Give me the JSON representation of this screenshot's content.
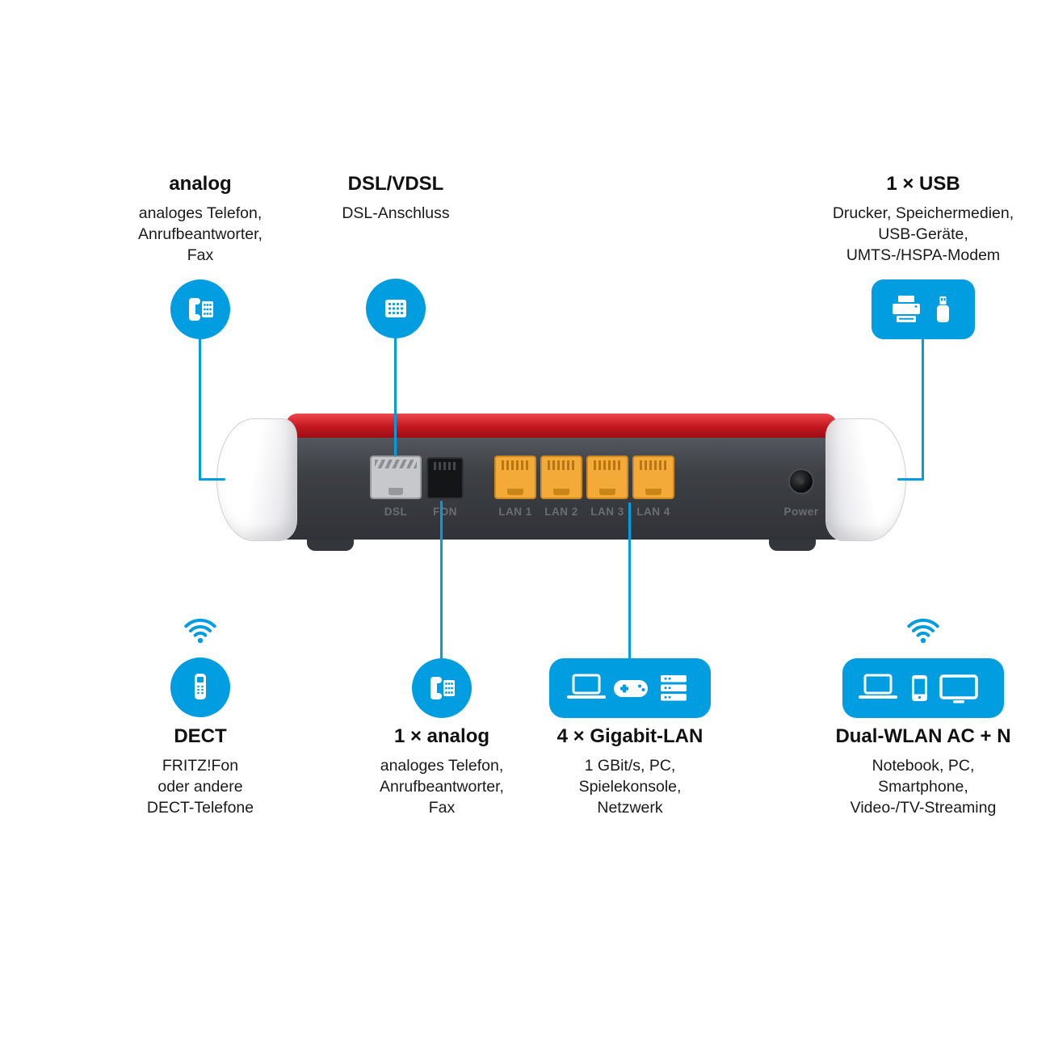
{
  "colors": {
    "accent_blue": "#009ee0",
    "router_red": "#c3161d",
    "router_body_gray": "#3c3f44",
    "lan_port_yellow": "#f4aa39",
    "text": "#1a1a1a"
  },
  "callouts": {
    "top": [
      {
        "title": "analog",
        "lines": [
          "analoges Telefon,",
          "Anrufbeantworter,",
          "Fax"
        ]
      },
      {
        "title": "DSL/VDSL",
        "lines": [
          "DSL-Anschluss"
        ]
      },
      {
        "title": "1 × USB",
        "lines": [
          "Drucker, Speichermedien,",
          "USB-Geräte,",
          "UMTS-/HSPA-Modem"
        ]
      }
    ],
    "bottom": [
      {
        "title": "DECT",
        "lines": [
          "FRITZ!Fon",
          "oder andere",
          "DECT-Telefone"
        ]
      },
      {
        "title": "1 × analog",
        "lines": [
          "analoges Telefon,",
          "Anrufbeantworter,",
          "Fax"
        ]
      },
      {
        "title": "4 × Gigabit-LAN",
        "lines": [
          "1 GBit/s, PC,",
          "Spielekonsole,",
          "Netzwerk"
        ]
      },
      {
        "title": "Dual-WLAN AC + N",
        "lines": [
          "Notebook, PC,",
          "Smartphone,",
          "Video-/TV-Streaming"
        ]
      }
    ]
  },
  "router": {
    "port_labels": [
      "DSL",
      "FON",
      "LAN 1",
      "LAN 2",
      "LAN 3",
      "LAN 4",
      "Power"
    ]
  },
  "icons": {
    "analog_top": "desk-phone-icon",
    "dsl": "keypad-socket-icon",
    "usb": "printer-and-usb-stick-icon",
    "dect": "cordless-phone-icon",
    "wifi": "wifi-waves-icon",
    "lan": "laptop-gamepad-server-icon",
    "wlan": "laptop-smartphone-tv-icon"
  }
}
